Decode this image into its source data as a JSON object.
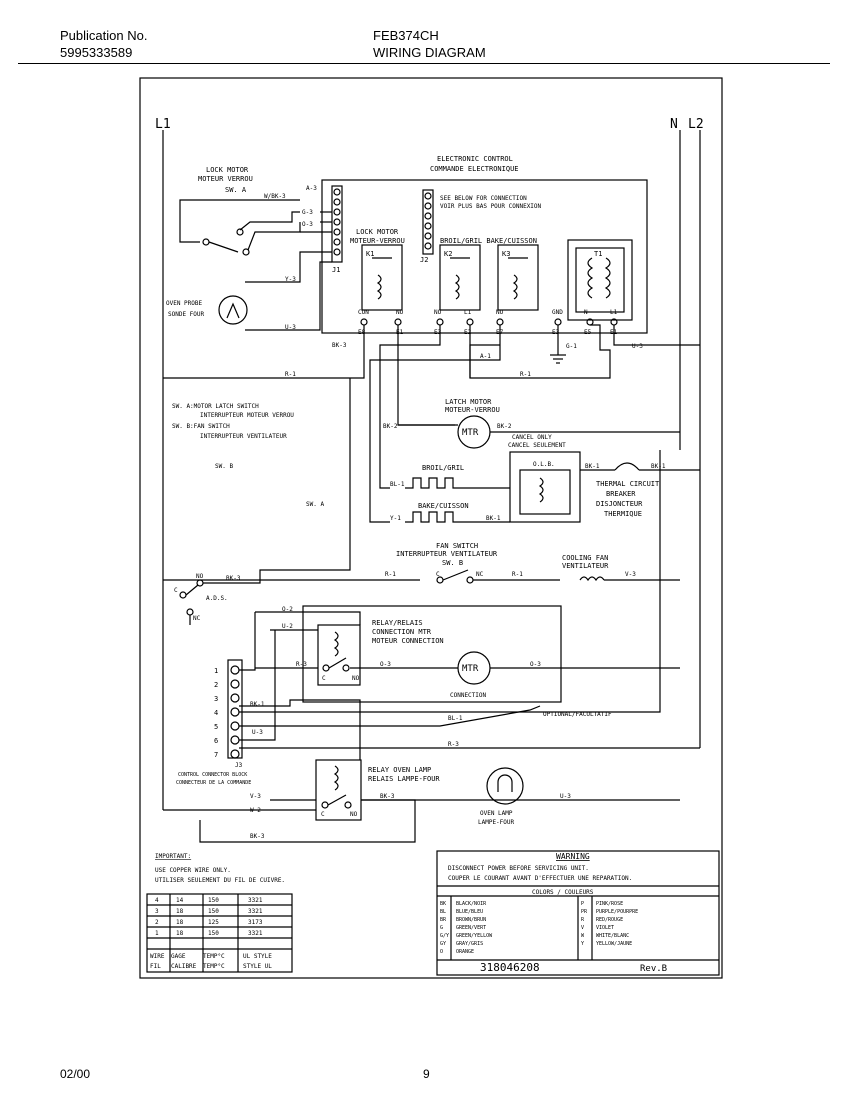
{
  "header": {
    "pub_label": "Publication No.",
    "pub_number": "5995333589",
    "model": "FEB374CH",
    "doc_title": "WIRING DIAGRAM"
  },
  "footer": {
    "date": "02/00",
    "page": "9"
  },
  "lines": {
    "l1": "L1",
    "n": "N",
    "l2": "L2"
  },
  "labels": {
    "lock_motor_1": "LOCK MOTOR",
    "lock_motor_2": "MOTEUR VERROU",
    "sw_a": "SW. A",
    "ec_1": "ELECTRONIC CONTROL",
    "ec_2": "COMMANDE ELECTRONIQUE",
    "see_below_1": "SEE BELOW FOR CONNECTION",
    "see_below_2": "VOIR PLUS BAS POUR CONNEXION",
    "lm_relay_1": "LOCK MOTOR",
    "lm_relay_2": "MOTEUR-VERROU",
    "broil_bake": "BROIL/GRIL BAKE/CUISSON",
    "probe_1": "OVEN PROBE",
    "probe_2": "SONDE FOUR",
    "wire_w_bk3": "W/BK-3",
    "wire_a3": "A-3",
    "wire_g3": "G-3",
    "wire_o3": "O-3",
    "wire_y3": "Y-3",
    "wire_u3": "U-3",
    "wire_bk3": "BK-3",
    "wire_r1": "R-1",
    "wire_a1": "A-1",
    "wire_g1": "G-1",
    "wire_bk2": "BK-2",
    "wire_bl1": "BL-1",
    "wire_y1": "Y-1",
    "wire_bk1": "BK-1",
    "wire_o2": "O-2",
    "wire_u2": "U-2",
    "wire_r3": "R-3",
    "wire_v3": "V-3",
    "wire_w2": "W-2",
    "j1": "J1",
    "j2": "J2",
    "r1": "K1",
    "r2": "K2",
    "r3": "K3",
    "t1": "T1",
    "pins": [
      "CON",
      "NO",
      "NO",
      "L1",
      "NO",
      "GND",
      "N",
      "L1"
    ],
    "pin_nums": [
      "E8",
      "E1",
      "E3",
      "E2",
      "E7",
      "E3",
      "E5",
      "E1"
    ],
    "sw_a_desc_1": "SW. A:MOTOR LATCH SWITCH",
    "sw_a_desc_2": "INTERRUPTEUR MOTEUR VERROU",
    "sw_b_desc_1": "SW. B:FAN SWITCH",
    "sw_b_desc_2": "INTERRUPTEUR VENTILATEUR",
    "sw_b": "SW. B",
    "sw_a2": "SW. A",
    "latch_1": "LATCH MOTOR",
    "latch_2": "MOTEUR-VERROU",
    "mtr": "MTR",
    "clc_1": "CANCEL ONLY",
    "clc_2": "CANCEL SEULEMENT",
    "broil": "BROIL/GRIL",
    "bake": "BAKE/CUISSON",
    "olb": "O.L.B.",
    "tcb_1": "THERMAL CIRCUIT",
    "tcb_2": "BREAKER",
    "tcb_3": "DISJONCTEUR",
    "tcb_4": "THERMIQUE",
    "fan_sw_1": "FAN SWITCH",
    "fan_sw_2": "INTERRUPTEUR VENTILATEUR",
    "fan_sw_3": "SW. B",
    "cool_fan_1": "COOLING FAN",
    "cool_fan_2": "VENTILATEUR",
    "ads": "A.D.S.",
    "relay_1": "RELAY/RELAIS",
    "relay_2": "CONNECTION MTR",
    "relay_3": "MOTEUR CONNECTION",
    "connection": "CONNECTION",
    "optional": "OPTIONAL/FACULTATIF",
    "relay_lamp_1": "RELAY OVEN LAMP",
    "relay_lamp_2": "RELAIS LAMPE-FOUR",
    "oven_lamp_1": "OVEN LAMP",
    "oven_lamp_2": "LAMPE-FOUR",
    "j3": "J3",
    "block_1": "CONTROL CONNECTOR BLOCK",
    "block_2": "CONNECTEUR DE LA COMMANDE",
    "c": "C",
    "no": "NO",
    "nc": "NC"
  },
  "terminal_numbers": [
    "1",
    "2",
    "3",
    "4",
    "5",
    "6",
    "7"
  ],
  "important": {
    "title": "IMPORTANT:",
    "line1": "USE COPPER WIRE ONLY.",
    "line2": "UTILISER SEULEMENT DU FIL DE CUIVRE."
  },
  "wire_table": {
    "rows": [
      [
        "4",
        "14",
        "150",
        "3321"
      ],
      [
        "3",
        "18",
        "150",
        "3321"
      ],
      [
        "2",
        "18",
        "125",
        "3173"
      ],
      [
        "1",
        "18",
        "150",
        "3321"
      ]
    ],
    "headers": [
      [
        "WIRE",
        "FIL"
      ],
      [
        "GAGE",
        "CALIBRE"
      ],
      [
        "TEMP°C",
        "TEMP°C"
      ],
      [
        "UL STYLE",
        "STYLE UL"
      ]
    ]
  },
  "warning": {
    "title": "WARNING",
    "line1": "DISCONNECT POWER BEFORE SERVICING UNIT.",
    "line2": "COUPER LE COURANT AVANT D'EFFECTUER UNE REPARATION.",
    "colors_title": "COLORS / COULEURS",
    "left_codes": [
      "BK",
      "BL",
      "BR",
      "G",
      "G/Y",
      "GY",
      "O"
    ],
    "left_names": [
      "BLACK/NOIR",
      "BLUE/BLEU",
      "BROWN/BRUN",
      "GREEN/VERT",
      "GREEN/YELLOW",
      "GRAY/GRIS",
      "ORANGE"
    ],
    "right_codes": [
      "P",
      "PR",
      "R",
      "V",
      "W",
      "Y",
      ""
    ],
    "right_names": [
      "PINK/ROSE",
      "PURPLE/POURPRE",
      "RED/ROUGE",
      "VIOLET",
      "WHITE/BLANC",
      "YELLOW/JAUNE",
      ""
    ],
    "part_number": "318046208",
    "rev": "Rev.B"
  }
}
